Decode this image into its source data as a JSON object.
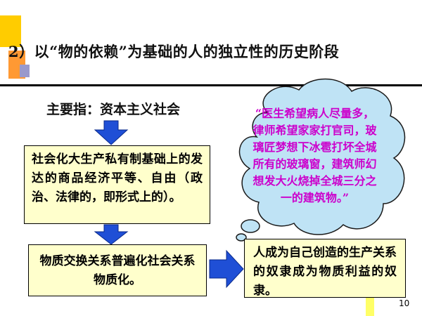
{
  "title": "2）以“物的依赖”为基础的人的独立性的历史阶段",
  "subtitle": "主要指：资本主义社会",
  "box_top": "社会化大生产私有制基础上的发达的商品经济平等、自由（政治、法律的，即形式上的）。",
  "box_bottom": "物质交换关系普遍化社会关系物质化。",
  "box_right": "人成为自己创造的生产关系的奴隶成为物质利益的奴隶。",
  "cloud_quote": "“医生希望病人尽量多，律师希望家家打官司，玻璃匠梦想下冰雹打坏全城所有的玻璃窗，建筑师幻想发大火烧掉全城三分之一的建筑物。”",
  "page_number": "10",
  "colors": {
    "arrow": "#1f4fd6",
    "box_fill": "#ffffcc",
    "cloud_fill": "#bfe3f5",
    "quote_text": "#cc00cc",
    "deco_yellow": "#ffcc00",
    "deco_orange": "#ff9933",
    "deco_purple": "#9999cc"
  }
}
